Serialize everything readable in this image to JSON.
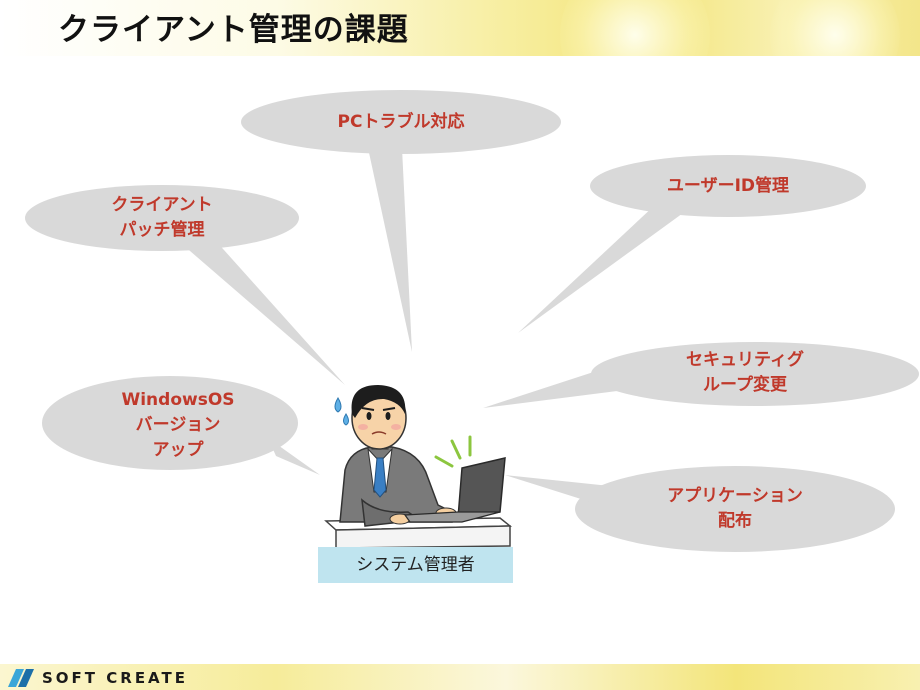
{
  "slide": {
    "title": "クライアント管理の課題"
  },
  "bubbles": [
    {
      "id": "pc-trouble",
      "lines": [
        "PCトラブル対応"
      ]
    },
    {
      "id": "client-patch",
      "lines": [
        "クライアント",
        "パッチ管理"
      ]
    },
    {
      "id": "user-id",
      "lines": [
        "ユーザーID管理"
      ]
    },
    {
      "id": "security-group",
      "lines": [
        "セキュリティグ",
        "ループ変更"
      ]
    },
    {
      "id": "windows-upgrade",
      "lines": [
        "WindowsOS",
        "バージョン",
        "アップ"
      ]
    },
    {
      "id": "app-distribution",
      "lines": [
        "アプリケーション",
        "配布"
      ]
    }
  ],
  "person": {
    "caption": "システム管理者"
  },
  "footer": {
    "logo_text": "SOFT CREATE"
  },
  "colors": {
    "bubble_fill": "#d9d9d9",
    "bubble_text": "#c0392b",
    "caption_bg": "#bfe4ef"
  }
}
